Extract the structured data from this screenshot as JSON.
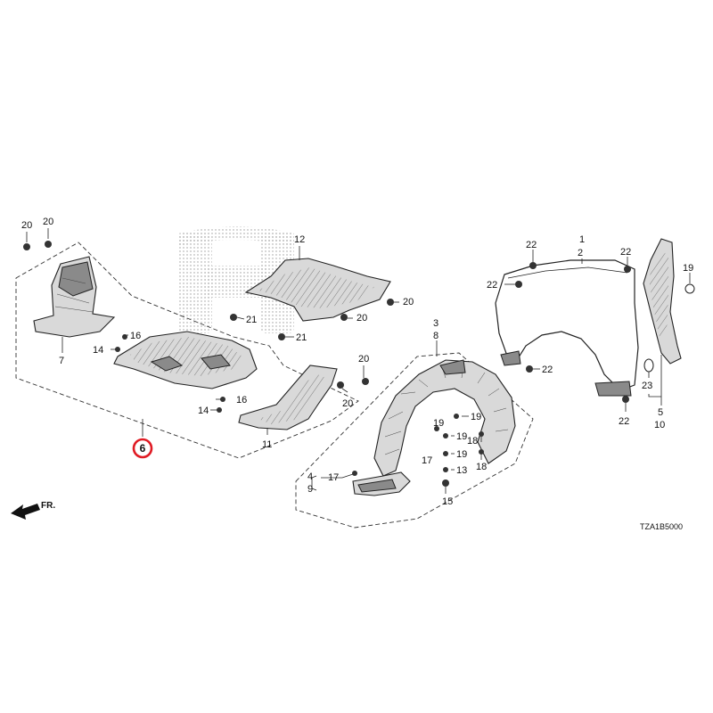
{
  "diagram": {
    "catalog_code": "TZA1B5000",
    "front_marker": "FR.",
    "highlighted_part": "6",
    "callouts": {
      "c1": "1",
      "c2": "2",
      "c3": "3",
      "c4": "4",
      "c5": "5",
      "c6": "6",
      "c7": "7",
      "c8": "8",
      "c9": "9",
      "c10": "10",
      "c11": "11",
      "c12": "12",
      "c13": "13",
      "c14a": "14",
      "c14b": "14",
      "c15": "15",
      "c16a": "16",
      "c16b": "16",
      "c17a": "17",
      "c17b": "17",
      "c18a": "18",
      "c18b": "18",
      "c19a": "19",
      "c19b": "19",
      "c19c": "19",
      "c19d": "19",
      "c19e": "19",
      "c20a": "20",
      "c20b": "20",
      "c20c": "20",
      "c20d": "20",
      "c20e": "20",
      "c20f": "20",
      "c21a": "21",
      "c21b": "21",
      "c22a": "22",
      "c22b": "22",
      "c22c": "22",
      "c22d": "22",
      "c22e": "22",
      "c23": "23"
    }
  }
}
